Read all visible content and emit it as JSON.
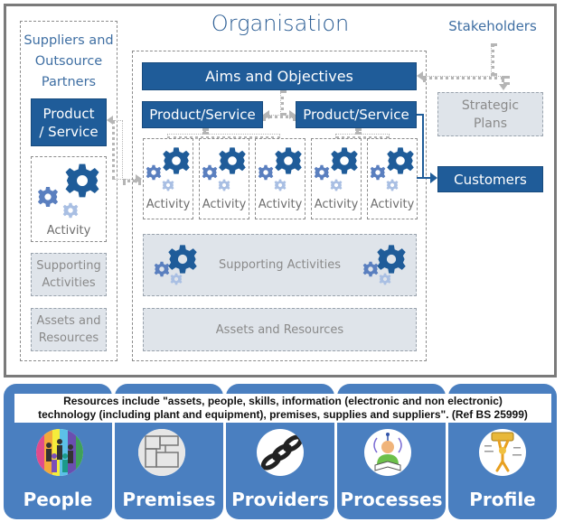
{
  "diagram": {
    "title": "Organisation",
    "stakeholders_label": "Stakeholders",
    "suppliers": {
      "title_lines": [
        "Suppliers and",
        "Outsource",
        "Partners"
      ],
      "product_service_lines": [
        "Product",
        "/ Service"
      ],
      "activity_label": "Activity",
      "supporting_lines": [
        "Supporting",
        "Activities"
      ],
      "assets_lines": [
        "Assets and",
        "Resources"
      ]
    },
    "organisation": {
      "aims_label": "Aims and Objectives",
      "product_service_left": "Product/Service",
      "product_service_right": "Product/Service",
      "activities": [
        "Activity",
        "Activity",
        "Activity",
        "Activity",
        "Activity"
      ],
      "supporting_activities": "Supporting Activities",
      "assets_resources": "Assets and Resources"
    },
    "strategic_plans_lines": [
      "Strategic",
      "Plans"
    ],
    "customers_label": "Customers"
  },
  "resources": {
    "quote_line1": "Resources include \"assets, people, skills, information (electronic and non electronic)",
    "quote_line2": "technology (including plant and equipment), premises, supplies and suppliers\". (Ref BS 25999)",
    "items": [
      {
        "label": "People",
        "icon": "people-icon"
      },
      {
        "label": "Premises",
        "icon": "floorplan-icon"
      },
      {
        "label": "Providers",
        "icon": "chain-icon"
      },
      {
        "label": "Processes",
        "icon": "reading-person-icon"
      },
      {
        "label": "Profile",
        "icon": "brand-figure-icon"
      }
    ]
  },
  "colors": {
    "dark_blue": "#1f5c99",
    "title_blue": "#2b5d94",
    "panel_blue": "#4a7fc0",
    "light_box": "#dfe4ea"
  }
}
